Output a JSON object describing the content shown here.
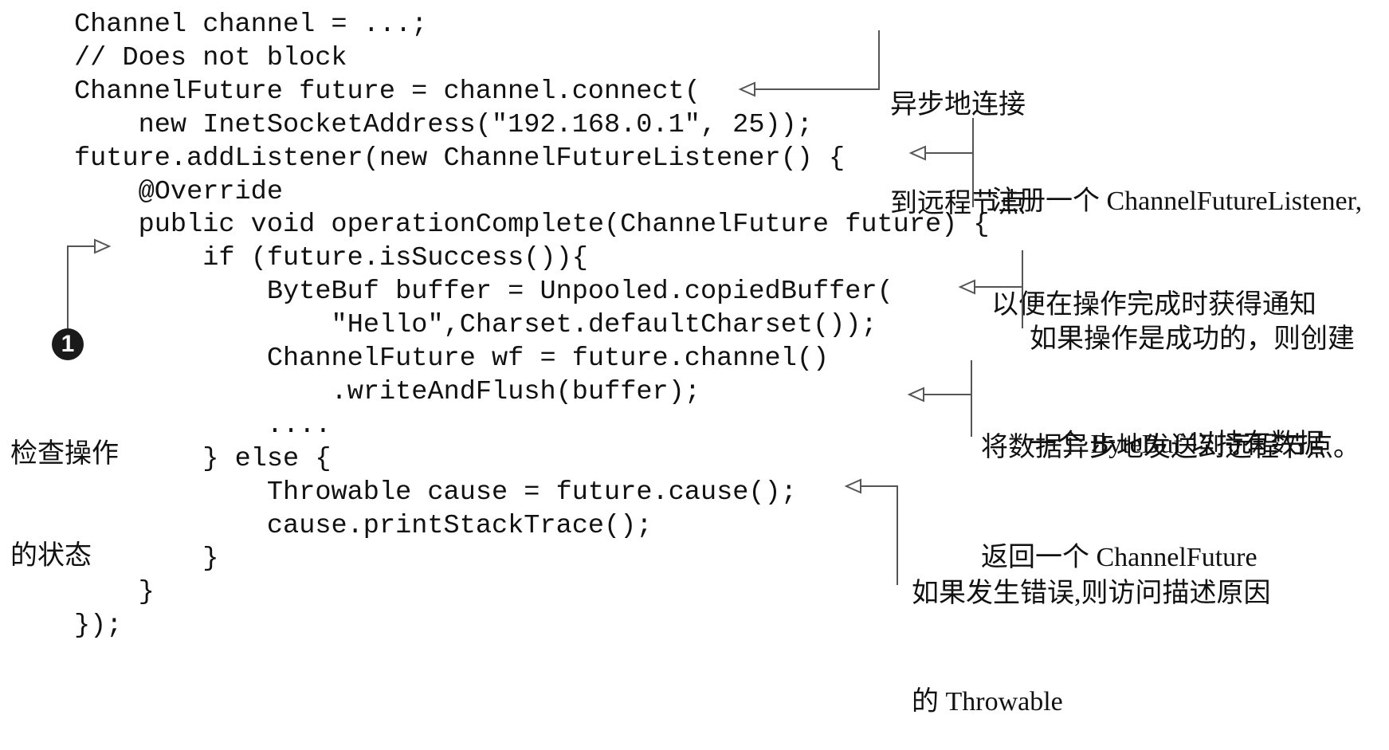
{
  "code": {
    "lines": [
      {
        "indent": 0,
        "text": "Channel channel = ...;"
      },
      {
        "indent": 0,
        "text": "// Does not block"
      },
      {
        "indent": 0,
        "text": "ChannelFuture future = channel.connect("
      },
      {
        "indent": 4,
        "text": "new InetSocketAddress(\"192.168.0.1\", 25));"
      },
      {
        "indent": 0,
        "text": "future.addListener(new ChannelFutureListener() {"
      },
      {
        "indent": 4,
        "text": "@Override"
      },
      {
        "indent": 4,
        "text": "public void operationComplete(ChannelFuture future) {"
      },
      {
        "indent": 8,
        "text": "if (future.isSuccess()){"
      },
      {
        "indent": 12,
        "text": "ByteBuf buffer = Unpooled.copiedBuffer("
      },
      {
        "indent": 16,
        "text": "\"Hello\",Charset.defaultCharset());"
      },
      {
        "indent": 12,
        "text": "ChannelFuture wf = future.channel()"
      },
      {
        "indent": 16,
        "text": ".writeAndFlush(buffer);"
      },
      {
        "indent": 12,
        "text": "...."
      },
      {
        "indent": 8,
        "text": "} else {"
      },
      {
        "indent": 12,
        "text": "Throwable cause = future.cause();"
      },
      {
        "indent": 12,
        "text": "cause.printStackTrace();"
      },
      {
        "indent": 8,
        "text": "}"
      },
      {
        "indent": 4,
        "text": "}"
      },
      {
        "indent": 0,
        "text": "});"
      }
    ]
  },
  "annotations": [
    {
      "id": "connect-async",
      "lines": [
        "异步地连接",
        "到远程节点"
      ]
    },
    {
      "id": "register-listener",
      "lines": [
        "注册一个 ChannelFutureListener,",
        "以便在操作完成时获得通知"
      ]
    },
    {
      "id": "create-bytebuf",
      "lines": [
        "如果操作是成功的，则创建",
        "一个 ByteBuf 以持有数据"
      ]
    },
    {
      "id": "write-async",
      "lines": [
        "将数据异步地发送到远程节点。",
        "返回一个 ChannelFuture"
      ]
    },
    {
      "id": "error-cause",
      "lines": [
        "如果发生错误,则访问描述原因",
        "的 Throwable"
      ]
    }
  ],
  "callout": {
    "number": "1",
    "lines": [
      "检查操作",
      "的状态"
    ]
  },
  "colors": {
    "text": "#111111",
    "arrow": "#555555",
    "callout_bg": "#1a1a1a"
  }
}
